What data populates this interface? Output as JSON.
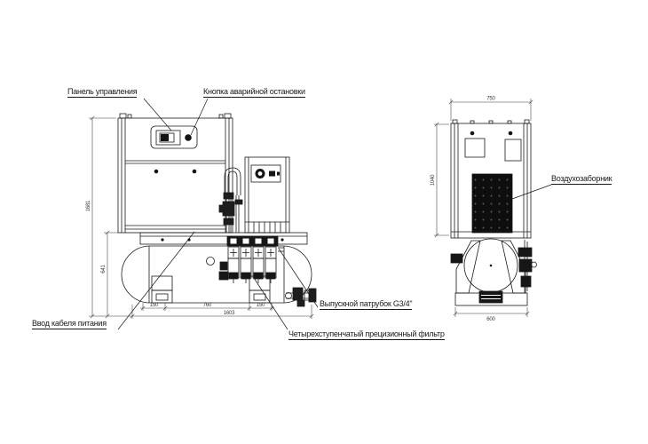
{
  "drawing": {
    "labels": {
      "control_panel": "Панель управления",
      "emergency_stop": "Кнопка аварийной остановки",
      "air_intake": "Воздухозаборник",
      "power_cable": "Ввод кабеля питания",
      "outlet_port": "Выпускной патрубок G3/4\"",
      "filter": "Четырехступенчатый прецизионный фильтр"
    },
    "dimensions": {
      "front": {
        "height_total": "1681",
        "tank_height": "641",
        "foot_left": "150",
        "foot_span": "760",
        "foot_right": "150",
        "tank_length": "1603"
      },
      "side": {
        "width_top": "750",
        "cabinet_height": "1040",
        "base_width": "600"
      }
    },
    "colors": {
      "line": "#1a1a1a",
      "fill_dark": "#141414",
      "dim": "#3a3a3a",
      "background": "#ffffff"
    }
  }
}
